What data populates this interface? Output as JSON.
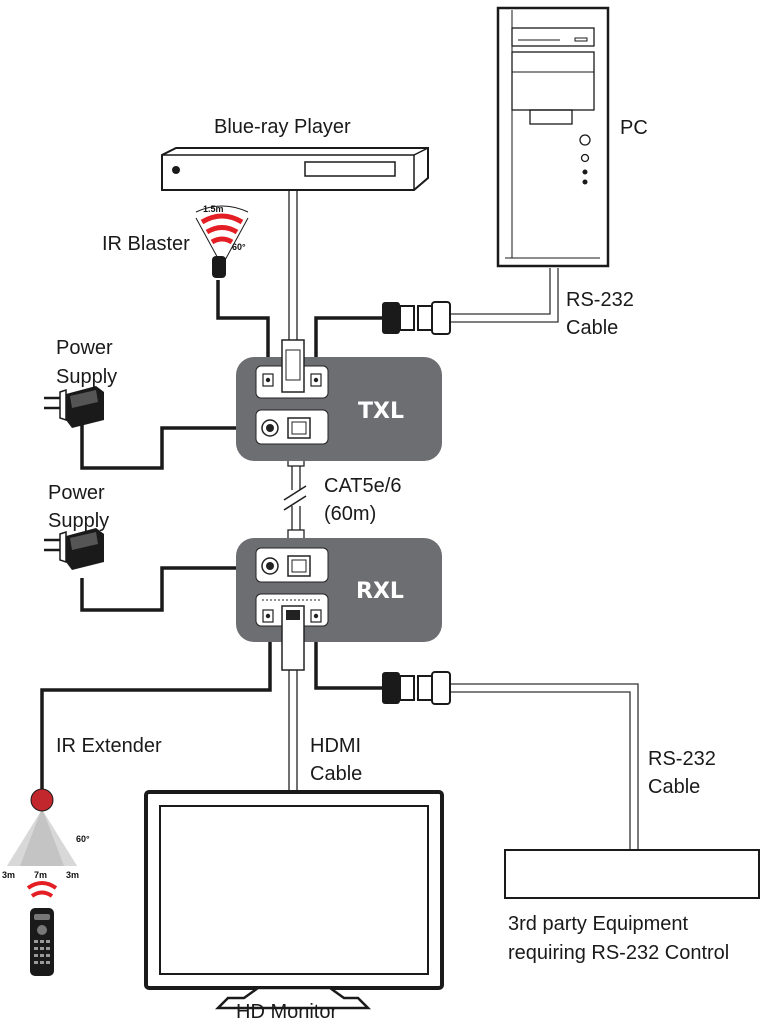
{
  "labels": {
    "bluray": "Blue-ray Player",
    "pc": "PC",
    "ir_blaster": "IR Blaster",
    "rs232_top_line1": "RS-232",
    "rs232_top_line2": "Cable",
    "power_top_line1": "Power",
    "power_top_line2": "Supply",
    "txl": "TXL",
    "cat_line1": "CAT5e/6",
    "cat_line2": "(60m)",
    "power_bottom_line1": "Power",
    "power_bottom_line2": "Supply",
    "rxl": "RXL",
    "ir_extender": "IR Extender",
    "hdmi_line1": "HDMI",
    "hdmi_line2": "Cable",
    "rs232_bottom_line1": "RS-232",
    "rs232_bottom_line2": "Cable",
    "third_party_line1": "3rd party Equipment",
    "third_party_line2": "requiring RS-232 Control",
    "hd_monitor": "HD Monitor"
  },
  "ir_blaster_specs": {
    "distance": "1.5m",
    "angle": "60°"
  },
  "ir_extender_specs": {
    "angle": "60°",
    "left": "3m",
    "center": "7m",
    "right": "3m"
  },
  "colors": {
    "unit_fill": "#6d6e71",
    "ir_red": "#e31e24",
    "line": "#1a1a1a"
  }
}
